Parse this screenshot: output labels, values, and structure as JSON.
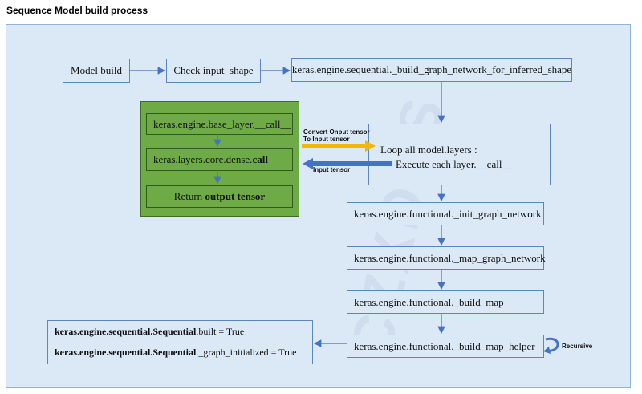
{
  "title": "Sequence Model build process",
  "nodes": {
    "model_build": "Model build",
    "check_input": "Check input_shape",
    "build_graph": "keras.engine.sequential._build_graph_network_for_inferred_shape",
    "base_layer_call": "keras.engine.base_layer.__call__",
    "dense_call_prefix": "keras.layers.core.dense.",
    "dense_call_bold": "call",
    "return_prefix": "Return ",
    "return_bold": "output tensor",
    "loop_line1": "Loop all model.layers :",
    "loop_line2": "Execute each layer.__call__",
    "init_graph": "keras.engine.functional._init_graph_network",
    "map_graph": "keras.engine.functional._map_graph_network",
    "build_map": "keras.engine.functional._build_map",
    "build_map_helper": "keras.engine.functional._build_map_helper",
    "built_bold": "keras.engine.sequential.Sequential",
    "built_rest": ".built = True",
    "graph_init_bold": "keras.engine.sequential.Sequential",
    "graph_init_rest": "._graph_initialized = True"
  },
  "labels": {
    "convert_line1": "Convert Onput tensor",
    "convert_line2": "To Input tensor",
    "input_tensor": "Input tensor",
    "recursive": "Recursive"
  },
  "watermark": "CZXDAS",
  "colors": {
    "panel_bg": "#dbe9f7",
    "box_border": "#5b87bd",
    "green_panel": "#6eaa45",
    "yellow_arrow": "#f2b705",
    "blue_arrow": "#4472c4"
  }
}
